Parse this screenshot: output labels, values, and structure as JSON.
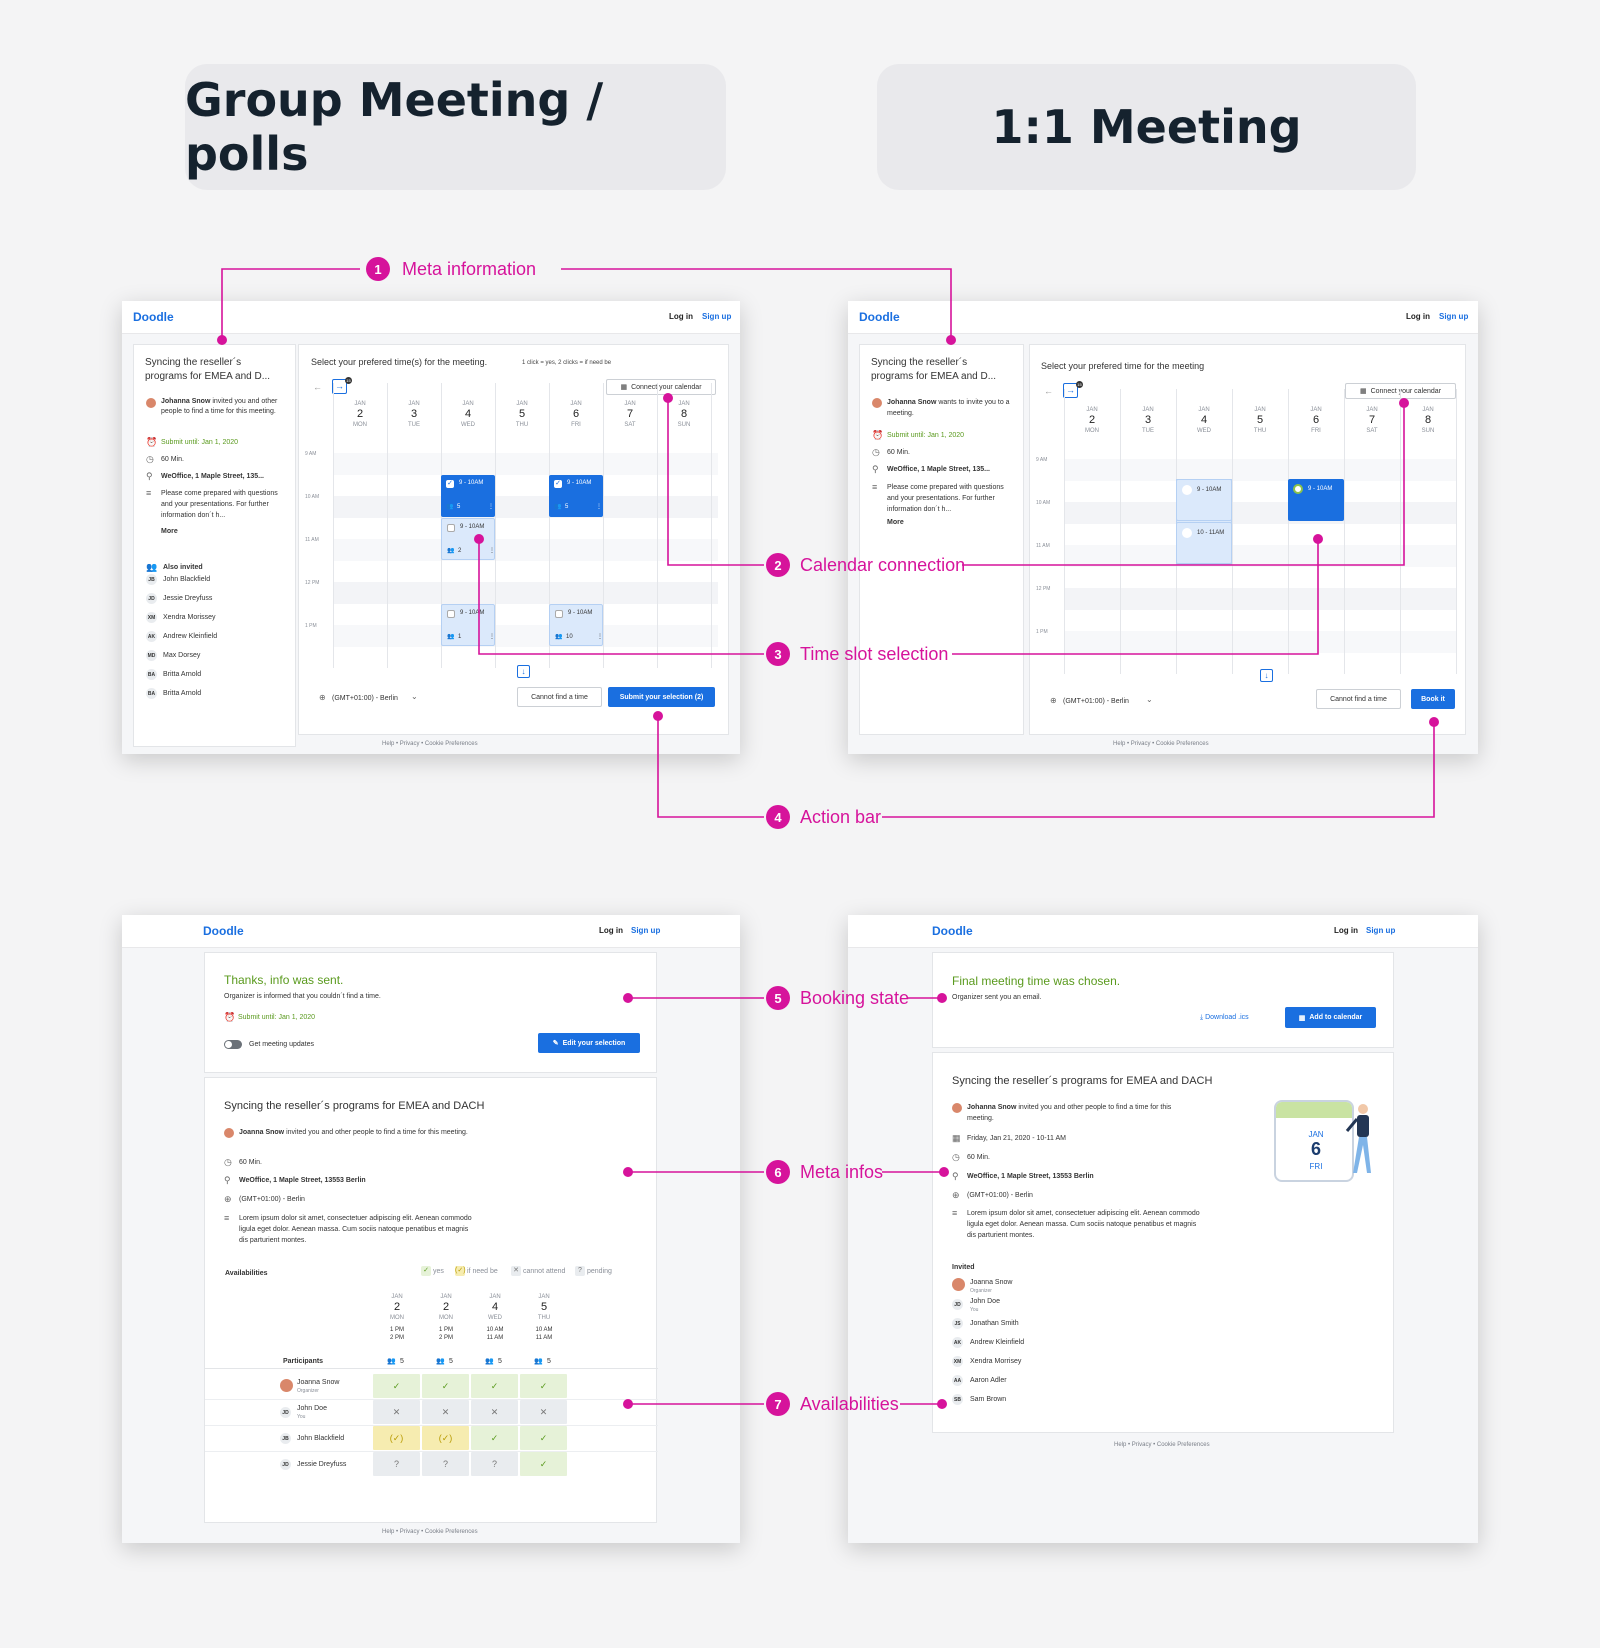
{
  "headers": {
    "group": "Group Meeting / polls",
    "one_to_one": "1:1 Meeting"
  },
  "colors": {
    "accent": "#1a6fe0",
    "annotation": "#d6139b",
    "success": "#5a9a1e",
    "maybe": "#f3e9a6"
  },
  "annotations": {
    "a1": {
      "num": "1",
      "label": "Meta information"
    },
    "a2": {
      "num": "2",
      "label": "Calendar connection"
    },
    "a3": {
      "num": "3",
      "label": "Time slot selection"
    },
    "a4": {
      "num": "4",
      "label": "Action bar"
    },
    "a5": {
      "num": "5",
      "label": "Booking state"
    },
    "a6": {
      "num": "6",
      "label": "Meta infos"
    },
    "a7": {
      "num": "7",
      "label": "Availabilities"
    }
  },
  "app": {
    "logo": "Doodle",
    "login": "Log in",
    "signup": "Sign up"
  },
  "footer": "Help  •  Privacy  •  Cookie Preferences",
  "days": [
    {
      "m": "JAN",
      "d": "2",
      "w": "MON"
    },
    {
      "m": "JAN",
      "d": "3",
      "w": "TUE"
    },
    {
      "m": "JAN",
      "d": "4",
      "w": "WED"
    },
    {
      "m": "JAN",
      "d": "5",
      "w": "THU"
    },
    {
      "m": "JAN",
      "d": "6",
      "w": "FRI"
    },
    {
      "m": "JAN",
      "d": "7",
      "w": "SAT"
    },
    {
      "m": "JAN",
      "d": "8",
      "w": "SUN"
    }
  ],
  "hours": [
    "9 AM",
    "10 AM",
    "11 AM",
    "12 PM",
    "1 PM"
  ],
  "group_poll": {
    "title": "Syncing the reseller´s programs for EMEA and D...",
    "organizer": "Johanna Snow",
    "invite_text": "invited you and other people to find a time for this meeting.",
    "deadline": "Submit until: Jan 1, 2020",
    "duration": "60 Min.",
    "location": "WeOffice, 1 Maple Street, 135...",
    "description": "Please come prepared with questions and your presentations. For further information don´t h...",
    "more": "More",
    "also_invited": "Also invited",
    "invitees": [
      {
        "i": "JB",
        "n": "John Blackfield"
      },
      {
        "i": "JD",
        "n": "Jessie Dreyfuss"
      },
      {
        "i": "XM",
        "n": "Xendra Morissey"
      },
      {
        "i": "AK",
        "n": "Andrew Kleinfield"
      },
      {
        "i": "MD",
        "n": "Max Dorsey"
      },
      {
        "i": "BA",
        "n": "Britta Arnold"
      },
      {
        "i": "BA",
        "n": "Britta Arnold"
      }
    ],
    "select_title": "Select your prefered time(s) for the meeting.",
    "hint": "1 click = yes, 2 clicks = if need be",
    "connect": "Connect your calendar",
    "nav_badge": "15",
    "slots": [
      {
        "label": "9 - 10AM",
        "count": "5"
      },
      {
        "label": "9 - 10AM",
        "count": "5"
      },
      {
        "label": "9 - 10AM",
        "count": "2"
      },
      {
        "label": "9 - 10AM",
        "count": "1"
      },
      {
        "label": "9 - 10AM",
        "count": "10"
      }
    ],
    "timezone": "(GMT+01:00) - Berlin",
    "cannot": "Cannot find a time",
    "submit": "Submit your selection (2)"
  },
  "one_to_one": {
    "title": "Syncing the reseller´s programs for EMEA and D...",
    "organizer": "Johanna Snow",
    "invite_text": "wants to invite you to a meeting.",
    "deadline": "Submit until: Jan 1, 2020",
    "duration": "60 Min.",
    "location": "WeOffice, 1 Maple Street, 135...",
    "description": "Please come prepared with questions and your presentations. For further information don´t h...",
    "more": "More",
    "select_title": "Select your prefered time for the meeting",
    "connect": "Connect your calendar",
    "nav_badge": "15",
    "slots": [
      {
        "label": "9 - 10AM"
      },
      {
        "label": "10 - 11AM"
      },
      {
        "label": "9 - 10AM"
      }
    ],
    "timezone": "(GMT+01:00) - Berlin",
    "cannot": "Cannot find a time",
    "book": "Book it"
  },
  "thanks": {
    "title": "Thanks, info was sent.",
    "sub": "Organizer is informed that you couldn´t find a time.",
    "deadline": "Submit until: Jan 1, 2020",
    "toggle": "Get meeting updates",
    "edit": "Edit your selection",
    "meeting_title": "Syncing the reseller´s programs for EMEA and DACH",
    "organizer": "Joanna Snow",
    "invite_text": "invited you and other people to find a time for this meeting.",
    "duration": "60 Min.",
    "location": "WeOffice, 1 Maple Street, 13553 Berlin",
    "timezone": "(GMT+01:00) - Berlin",
    "description": "Lorem ipsum dolor sit amet, consectetuer adipiscing elit. Aenean commodo ligula eget dolor. Aenean massa. Cum sociis natoque penatibus et magnis dis parturient montes.",
    "availabilities": "Availabilities",
    "legend": [
      "yes",
      "if need be",
      "cannot attend",
      "pending"
    ],
    "cols": [
      {
        "m": "JAN",
        "d": "2",
        "w": "MON",
        "t1": "1 PM",
        "t2": "2 PM",
        "c": "5"
      },
      {
        "m": "JAN",
        "d": "2",
        "w": "MON",
        "t1": "1 PM",
        "t2": "2 PM",
        "c": "5"
      },
      {
        "m": "JAN",
        "d": "4",
        "w": "WED",
        "t1": "10 AM",
        "t2": "11 AM",
        "c": "5"
      },
      {
        "m": "JAN",
        "d": "5",
        "w": "THU",
        "t1": "10 AM",
        "t2": "11 AM",
        "c": "5"
      }
    ],
    "participants_label": "Participants",
    "rows": [
      {
        "i": "",
        "n": "Joanna Snow",
        "sub": "Organizer",
        "v": [
          "y",
          "y",
          "y",
          "y"
        ]
      },
      {
        "i": "JD",
        "n": "John Doe",
        "sub": "You",
        "v": [
          "n",
          "n",
          "n",
          "n"
        ]
      },
      {
        "i": "JB",
        "n": "John Blackfield",
        "sub": "",
        "v": [
          "m",
          "m",
          "y",
          "y"
        ]
      },
      {
        "i": "JD",
        "n": "Jessie Dreyfuss",
        "sub": "",
        "v": [
          "p",
          "p",
          "p",
          "y"
        ]
      }
    ]
  },
  "final": {
    "title": "Final meeting time was chosen.",
    "sub": "Organizer sent you an email.",
    "download": "Download .ics",
    "add": "Add to calendar",
    "meeting_title": "Syncing the reseller´s programs for EMEA and DACH",
    "organizer": "Johanna Snow",
    "invite_text": "invited you and other people to find a time for this meeting.",
    "date": "Friday, Jan 21, 2020  -  10-11 AM",
    "duration": "60 Min.",
    "location": "WeOffice, 1 Maple Street, 13553 Berlin",
    "timezone": "(GMT+01:00) - Berlin",
    "description": "Lorem ipsum dolor sit amet, consectetuer adipiscing elit. Aenean commodo ligula eget dolor. Aenean massa. Cum sociis natoque penatibus et magnis dis parturient montes.",
    "cal_month": "JAN",
    "cal_day": "6",
    "cal_week": "FRI",
    "invited_label": "Invited",
    "invited": [
      {
        "i": "",
        "n": "Joanna Snow",
        "sub": "Organizer"
      },
      {
        "i": "JD",
        "n": "John Doe",
        "sub": "You"
      },
      {
        "i": "JS",
        "n": "Jonathan Smith",
        "sub": ""
      },
      {
        "i": "AK",
        "n": "Andrew Kleinfield",
        "sub": ""
      },
      {
        "i": "XM",
        "n": "Xendra Morrisey",
        "sub": ""
      },
      {
        "i": "AA",
        "n": "Aaron Adler",
        "sub": ""
      },
      {
        "i": "SB",
        "n": "Sam Brown",
        "sub": ""
      }
    ]
  }
}
